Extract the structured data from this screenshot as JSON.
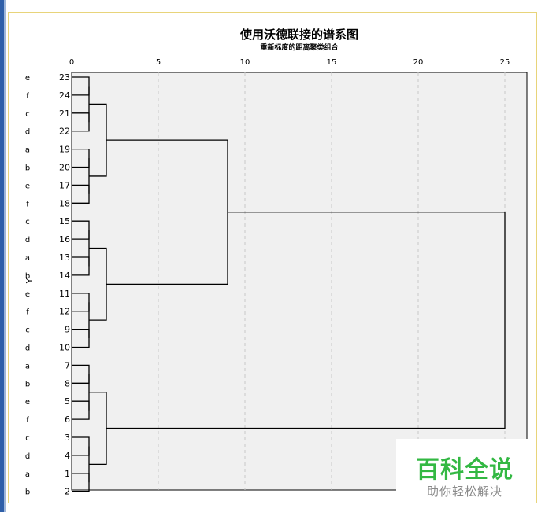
{
  "chart_data": {
    "type": "dendrogram",
    "title": "使用沃德联接的谱系图",
    "subtitle": "重新标度的距离聚类组合",
    "ylabel": "Y",
    "x_ticks": [
      0,
      5,
      10,
      15,
      20,
      25
    ],
    "xlim": [
      0,
      25
    ],
    "grid": "vertical-dashed",
    "leaves": [
      {
        "id": "23",
        "group": "e"
      },
      {
        "id": "24",
        "group": "f"
      },
      {
        "id": "21",
        "group": "c"
      },
      {
        "id": "22",
        "group": "d"
      },
      {
        "id": "19",
        "group": "a"
      },
      {
        "id": "20",
        "group": "b"
      },
      {
        "id": "17",
        "group": "e"
      },
      {
        "id": "18",
        "group": "f"
      },
      {
        "id": "15",
        "group": "c"
      },
      {
        "id": "16",
        "group": "d"
      },
      {
        "id": "13",
        "group": "a"
      },
      {
        "id": "14",
        "group": "b"
      },
      {
        "id": "11",
        "group": "e"
      },
      {
        "id": "12",
        "group": "f"
      },
      {
        "id": "9",
        "group": "c"
      },
      {
        "id": "10",
        "group": "d"
      },
      {
        "id": "7",
        "group": "a"
      },
      {
        "id": "8",
        "group": "b"
      },
      {
        "id": "5",
        "group": "e"
      },
      {
        "id": "6",
        "group": "f"
      },
      {
        "id": "3",
        "group": "c"
      },
      {
        "id": "4",
        "group": "d"
      },
      {
        "id": "1",
        "group": "a"
      },
      {
        "id": "2",
        "group": "b"
      }
    ],
    "merges": [
      {
        "a": 0,
        "b": 1,
        "d": 1
      },
      {
        "a": 2,
        "b": 3,
        "d": 1
      },
      {
        "a": 4,
        "b": 5,
        "d": 1
      },
      {
        "a": 6,
        "b": 7,
        "d": 1
      },
      {
        "a": 8,
        "b": 9,
        "d": 1
      },
      {
        "a": 10,
        "b": 11,
        "d": 1
      },
      {
        "a": 12,
        "b": 13,
        "d": 1
      },
      {
        "a": 14,
        "b": 15,
        "d": 1
      },
      {
        "a": 16,
        "b": 17,
        "d": 1
      },
      {
        "a": 18,
        "b": 19,
        "d": 1
      },
      {
        "a": 20,
        "b": 21,
        "d": 1
      },
      {
        "a": 22,
        "b": 23,
        "d": 1
      },
      {
        "a": 24,
        "b": 25,
        "d": 1
      },
      {
        "a": 26,
        "b": 27,
        "d": 1
      },
      {
        "a": 28,
        "b": 29,
        "d": 1
      },
      {
        "a": 30,
        "b": 31,
        "d": 1
      },
      {
        "a": 32,
        "b": 33,
        "d": 1
      },
      {
        "a": 34,
        "b": 35,
        "d": 1
      },
      {
        "a": 36,
        "b": 37,
        "d": 2
      },
      {
        "a": 38,
        "b": 39,
        "d": 2
      },
      {
        "a": 40,
        "b": 41,
        "d": 2
      },
      {
        "a": 42,
        "b": 43,
        "d": 9
      },
      {
        "a": 45,
        "b": 44,
        "d": 25
      }
    ]
  },
  "watermark": {
    "title": "百科全说",
    "subtitle": "助你轻松解决"
  },
  "colors": {
    "plot_background": "#f0f0f0",
    "grid": "#c8c8c8",
    "line": "#000000",
    "frame_border": "#e8d47a",
    "watermark_title": "#33b843",
    "watermark_subtitle": "#8a8a8a",
    "left_accent": "#2f5fa8"
  }
}
